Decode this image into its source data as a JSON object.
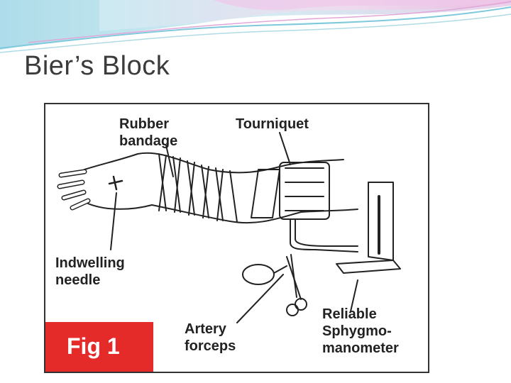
{
  "slide": {
    "title": "Bier’s Block"
  },
  "figure": {
    "labels": {
      "rubber_bandage": "Rubber\nbandage",
      "tourniquet": "Tourniquet",
      "indwelling_needle": "Indwelling\nneedle",
      "artery_forceps": "Artery\nforceps",
      "sphygmomanometer": "Reliable\nSphygmo-\nmanometer"
    },
    "caption": "Fig 1",
    "caption_color": "#e52a2a"
  }
}
